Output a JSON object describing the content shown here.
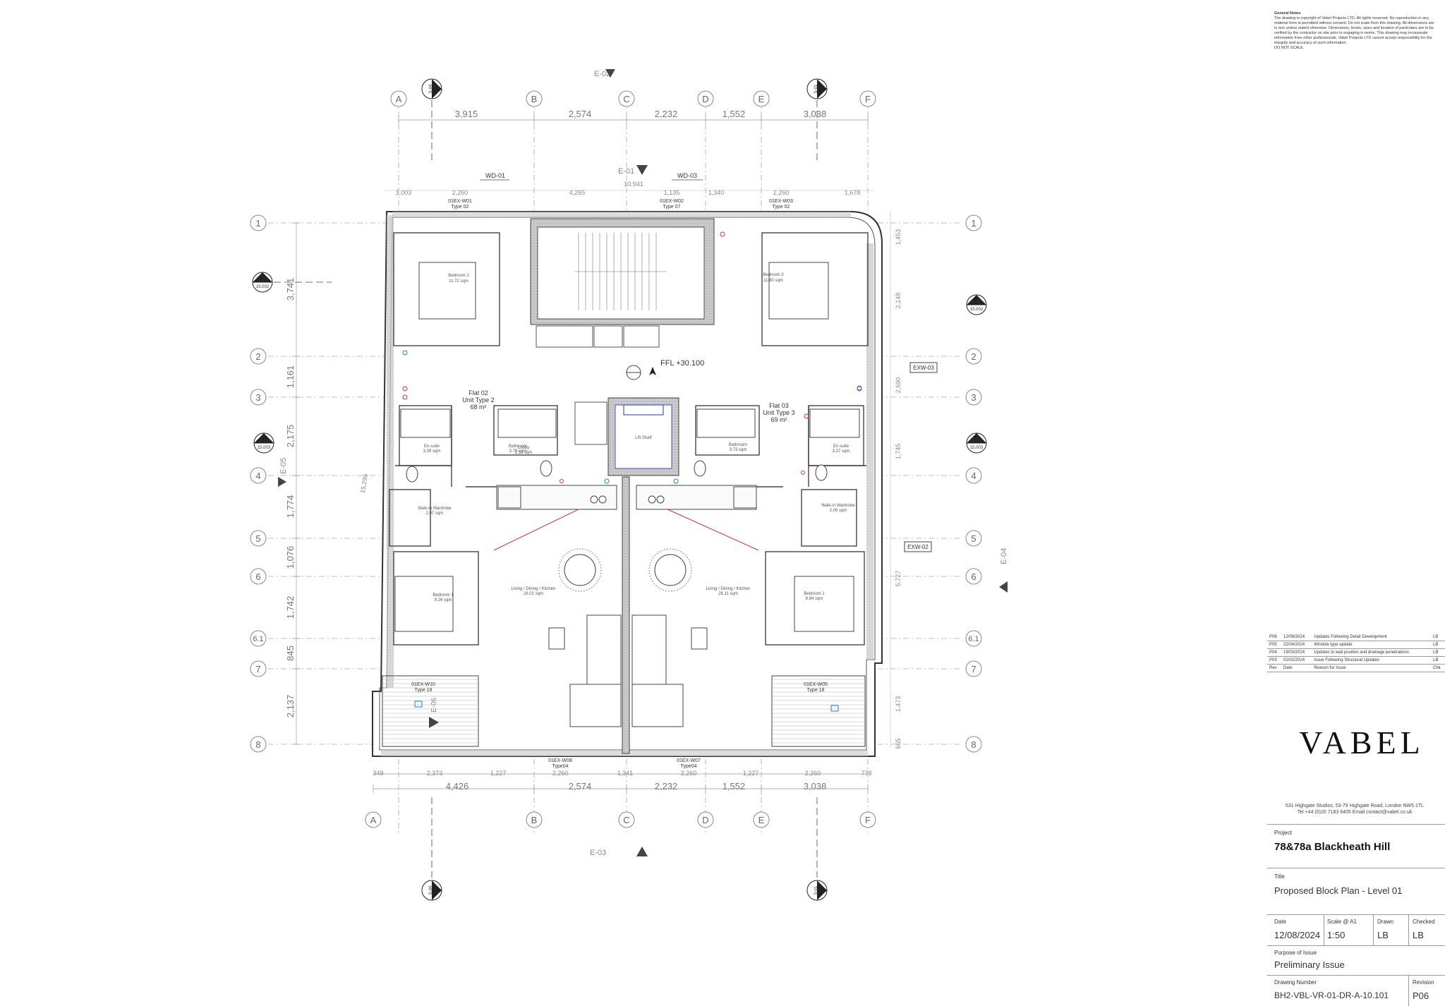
{
  "grid": {
    "columns": [
      "A",
      "B",
      "C",
      "D",
      "E",
      "F"
    ],
    "rows": [
      "1",
      "2",
      "3",
      "4",
      "5",
      "6",
      "6.1",
      "7",
      "8"
    ]
  },
  "dims": {
    "top_cols": [
      "3,915",
      "2,574",
      "2,232",
      "1,552",
      "3,038"
    ],
    "bottom_cols": [
      "4,426",
      "2,574",
      "2,232",
      "1,552",
      "3,038"
    ],
    "left_rows": [
      "3,741",
      "1,161",
      "2,175",
      "1,774",
      "1,076",
      "1,742",
      "845",
      "2,137"
    ],
    "overall_left": "15,299",
    "top_detail": [
      "1,003",
      "2,260",
      "4,265",
      "1,135",
      "1,340",
      "2,260",
      "1,678"
    ],
    "top_overall": "10,941",
    "bottom_detail": [
      "349",
      "2,373",
      "1,227",
      "2,260",
      "1,341",
      "2,260",
      "1,227",
      "2,260",
      "778"
    ],
    "right_detail": [
      "1,453",
      "2,148",
      "2,690",
      "1,745",
      "5,727",
      "1,473",
      "665"
    ]
  },
  "elevations": {
    "north": "E-01",
    "top": "E-02",
    "bottom": "E-03",
    "east": "E-04",
    "west": "E-05",
    "inner": "E-06"
  },
  "sections": {
    "s02": "S-02",
    "s03": "S-03",
    "s02_sheet": "15.002",
    "s03_sheet": "15.003",
    "s04": "S-04",
    "s01": "S-01",
    "s04_sheet": "15.004",
    "s01_sheet": "15.001"
  },
  "tags": {
    "wd01": "WD-01",
    "wd03": "WD-03",
    "exw03": "EXW-03",
    "exw02": "EXW-02",
    "w01": "01EX-W01",
    "w02": "01EX-W02",
    "w03": "01EX-W03",
    "w01_type": "Type 02",
    "w02_type": "Type 07",
    "w03_type": "Type 02",
    "w08": "01EX-W08",
    "w07": "01EX-W07",
    "w08_type": "Type04",
    "w07_type": "Type04",
    "w10": "01EX-W10",
    "w10_type": "Type 18",
    "w05": "01EX-W05",
    "w05_type": "Type 18"
  },
  "ffl": "FFL +30.100",
  "flats": {
    "flat02": [
      "Flat 02",
      "Unit Type 2",
      "68 m²"
    ],
    "flat03": [
      "Flat 03",
      "Unit Type 3",
      "69 m²"
    ]
  },
  "rooms": {
    "bed2_left": [
      "Bedroom 2",
      "11.72 sqm"
    ],
    "bed2_right": [
      "Bedroom 2",
      "11.60 sqm"
    ],
    "ensuite_left": [
      "En-suite",
      "3.39 sqm"
    ],
    "ensuite_right": [
      "En-suite",
      "3.37 sqm"
    ],
    "bath_left": [
      "Bathroom",
      "3.70 sqm"
    ],
    "bath_right": [
      "Bathroom",
      "3.73 sqm"
    ],
    "ward_left": [
      "Walk-in Wardrobe",
      "2.07 sqm"
    ],
    "ward_right": [
      "Walk-in Wardrobe",
      "2.09 sqm"
    ],
    "bed1_left": [
      "Bedroom 1",
      "9.26 sqm"
    ],
    "bed1_right": [
      "Bedroom 1",
      "8.84 sqm"
    ],
    "living_left": [
      "Living / Dining / Kitchen",
      "26.02 sqm"
    ],
    "living_right": [
      "Living / Dining / Kitchen",
      "26.11 sqm"
    ],
    "lift": "Lift Shaft",
    "lobby": [
      "Lobby",
      "2.32 sqm"
    ]
  },
  "notes": {
    "title": "General Notes",
    "body": "The drawing is copyright of Vabel Projects LTD. All rights reserved. No reproduction in any material form is permitted without consent. Do not scale from this drawing. All dimensions are in mm unless stated otherwise. Dimensions, levels, sizes and location of particulars are to be verified by the contractor on site prior to engaging in works. This drawing may incorporate information from other professionals. Vabel Projects LTD cannot accept responsibility for the integrity and accuracy of such information.",
    "noscale": "DO NOT SCALE."
  },
  "revisions": {
    "rows": [
      [
        "P06",
        "12/08/2024",
        "Updates Following Detail Development",
        "LB"
      ],
      [
        "P05",
        "22/04/2024",
        "Window type update",
        "LB"
      ],
      [
        "P04",
        "19/03/2024",
        "Updates to wall position and drainage penetrations",
        "LB"
      ],
      [
        "P03",
        "02/02/2024",
        "Issue Following Structural Updates",
        "LB"
      ]
    ],
    "header": [
      "Rev",
      "Date",
      "Reason for Issue",
      "Chk"
    ]
  },
  "titleblock": {
    "logo": "VABEL",
    "address": "531 Highgate Studios, 53-79 Highgate Road, London NW5 1TL",
    "contact": "Tel +44 (0)20 7183 6405  Email contact@vabel.co.uk",
    "project_label": "Project",
    "project": "78&78a Blackheath Hill",
    "title_label": "Title",
    "title": "Proposed Block Plan - Level 01",
    "date_label": "Date",
    "date": "12/08/2024",
    "scale_label": "Scale @ A1",
    "scale": "1:50",
    "drawn_label": "Drawn",
    "drawn": "LB",
    "checked_label": "Checked",
    "checked": "LB",
    "purpose_label": "Purpose of Issue",
    "purpose": "Preliminary Issue",
    "number_label": "Drawing Number",
    "number": "BH2-VBL-VR-01-DR-A-10.101",
    "revision_label": "Revision",
    "revision": "P06"
  }
}
